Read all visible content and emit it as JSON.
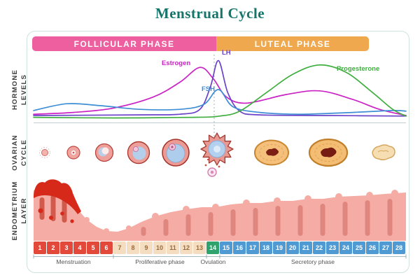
{
  "title": "Menstrual Cycle",
  "colors": {
    "title": "#15756a",
    "follicular_banner": "#ee5fa0",
    "luteal_banner": "#f0a84e",
    "endometrium": "#f5aca4",
    "menstrual_blood": "#d6291a"
  },
  "phase_banners": {
    "follicular": "FOLLICULAR PHASE",
    "luteal": "LUTEAL PHASE"
  },
  "row_labels": {
    "hormone": "HORMONE\nLEVELS",
    "ovarian": "OVARIAN\nCYCLE",
    "endometrium": "ENDOMETRIUM\nLAYER"
  },
  "chart_data": {
    "type": "line",
    "title": "Hormone levels across the 28-day menstrual cycle",
    "x_unit": "cycle day",
    "x_range": [
      0,
      28
    ],
    "y_range": [
      0,
      1
    ],
    "legend_position": "inline curve labels",
    "series": [
      {
        "name": "Estrogen",
        "color": "#cb22c4",
        "points": [
          [
            0,
            0.1
          ],
          [
            3,
            0.13
          ],
          [
            6,
            0.2
          ],
          [
            9,
            0.38
          ],
          [
            11,
            0.62
          ],
          [
            12.5,
            0.86
          ],
          [
            13.5,
            0.68
          ],
          [
            14.5,
            0.38
          ],
          [
            16,
            0.28
          ],
          [
            19,
            0.42
          ],
          [
            21.5,
            0.48
          ],
          [
            24,
            0.34
          ],
          [
            26,
            0.18
          ],
          [
            28,
            0.08
          ]
        ]
      },
      {
        "name": "LH",
        "color": "#6a43c8",
        "points": [
          [
            0,
            0.08
          ],
          [
            8,
            0.09
          ],
          [
            11,
            0.1
          ],
          [
            12.5,
            0.18
          ],
          [
            13.3,
            0.55
          ],
          [
            13.9,
            0.97
          ],
          [
            14.6,
            0.45
          ],
          [
            15.5,
            0.15
          ],
          [
            17,
            0.09
          ],
          [
            22,
            0.08
          ],
          [
            28,
            0.07
          ]
        ]
      },
      {
        "name": "FSH",
        "color": "#3e8ed6",
        "points": [
          [
            0,
            0.16
          ],
          [
            2.5,
            0.27
          ],
          [
            5,
            0.24
          ],
          [
            8,
            0.18
          ],
          [
            11,
            0.18
          ],
          [
            12.8,
            0.26
          ],
          [
            13.9,
            0.5
          ],
          [
            15,
            0.22
          ],
          [
            17,
            0.13
          ],
          [
            20,
            0.1
          ],
          [
            24,
            0.13
          ],
          [
            27,
            0.16
          ],
          [
            28,
            0.15
          ]
        ]
      },
      {
        "name": "Progesterone",
        "color": "#3fae3f",
        "points": [
          [
            0,
            0.05
          ],
          [
            6,
            0.04
          ],
          [
            12,
            0.05
          ],
          [
            14,
            0.07
          ],
          [
            15.5,
            0.15
          ],
          [
            17.5,
            0.45
          ],
          [
            19.5,
            0.75
          ],
          [
            21.5,
            0.9
          ],
          [
            23.5,
            0.78
          ],
          [
            25.5,
            0.45
          ],
          [
            27,
            0.18
          ],
          [
            28,
            0.07
          ]
        ]
      }
    ]
  },
  "day_numbers": [
    1,
    2,
    3,
    4,
    5,
    6,
    7,
    8,
    9,
    10,
    11,
    12,
    13,
    14,
    15,
    16,
    17,
    18,
    19,
    20,
    21,
    22,
    23,
    24,
    25,
    26,
    27,
    28
  ],
  "day_groups": [
    {
      "label": "Menstruation",
      "start": 1,
      "end": 6,
      "bg": "#e2493b",
      "fg": "#ffffff"
    },
    {
      "label": "Proliferative phase",
      "start": 7,
      "end": 13,
      "bg": "#f4ddc0",
      "fg": "#9c6b3c"
    },
    {
      "label": "Ovulation",
      "start": 14,
      "end": 14,
      "bg": "#2fa36b",
      "fg": "#ffffff"
    },
    {
      "label": "Secretory phase",
      "start": 15,
      "end": 28,
      "bg": "#4f9ad3",
      "fg": "#ffffff"
    }
  ],
  "ovarian_stage_icons": [
    "primordial-follicle-icon",
    "primary-follicle-icon",
    "secondary-follicle-icon",
    "tertiary-follicle-icon",
    "mature-follicle-icon",
    "ovulation-burst-icon",
    "corpus-luteum-forming-icon",
    "corpus-luteum-mature-icon",
    "corpus-albicans-icon"
  ]
}
